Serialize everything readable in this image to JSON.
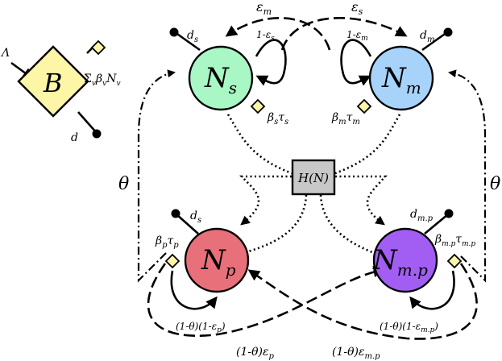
{
  "birth": {
    "label": "B",
    "inflow": "Λ",
    "rate": "Σ_vβ_vN_v",
    "rate_parts": {
      "sum": "Σ",
      "sub_v": "v",
      "beta": "β",
      "n": "N"
    },
    "death": "d",
    "fill": "#fdf6a7"
  },
  "nodes": {
    "ns": {
      "main": "N",
      "sub": "s",
      "fill": "#a8f7c5",
      "death": "d",
      "death_sub": "s"
    },
    "nm": {
      "main": "N",
      "sub": "m",
      "fill": "#a7d3fb",
      "death": "d",
      "death_sub": "m"
    },
    "np": {
      "main": "N",
      "sub": "p",
      "fill": "#e8707a",
      "death": "d",
      "death_sub": "s"
    },
    "nmp": {
      "main": "N",
      "sub": "m.p",
      "fill": "#a25ef2",
      "death": "d",
      "death_sub": "m.p"
    }
  },
  "hbox": {
    "label": "H(N)",
    "fill": "#c8c8c8"
  },
  "labels": {
    "eps_m_top": {
      "main": "ε",
      "sub": "m"
    },
    "eps_s_top": {
      "main": "ε",
      "sub": "s"
    },
    "one_minus_eps_s": {
      "main": "1-ε",
      "sub": "s"
    },
    "one_minus_eps_m": {
      "main": "1-ε",
      "sub": "m"
    },
    "beta_s_tau_s": {
      "b": "β",
      "bs": "s",
      "t": "τ",
      "ts": "s"
    },
    "beta_m_tau_m": {
      "b": "β",
      "bs": "m",
      "t": "τ",
      "ts": "m"
    },
    "beta_p_tau_p": {
      "b": "β",
      "bs": "p",
      "t": "τ",
      "ts": "p"
    },
    "beta_mp_tau_mp": {
      "b": "β",
      "bs": "m.p",
      "t": "τ",
      "ts": "m.p"
    },
    "theta_left": "θ",
    "theta_right": "θ",
    "loop_p": {
      "main": "(1-θ)(1-ε",
      "sub": "p",
      "close": ")"
    },
    "loop_mp": {
      "main": "(1-θ)(1-ε",
      "sub": "m.p",
      "close": ")"
    },
    "cross_p": {
      "main": "(1-θ)ε",
      "sub": "p"
    },
    "cross_mp": {
      "main": "(1-θ)ε",
      "sub": "m.p"
    }
  },
  "colors": {
    "diamond": "#fdf6a7",
    "stroke": "#000000"
  }
}
